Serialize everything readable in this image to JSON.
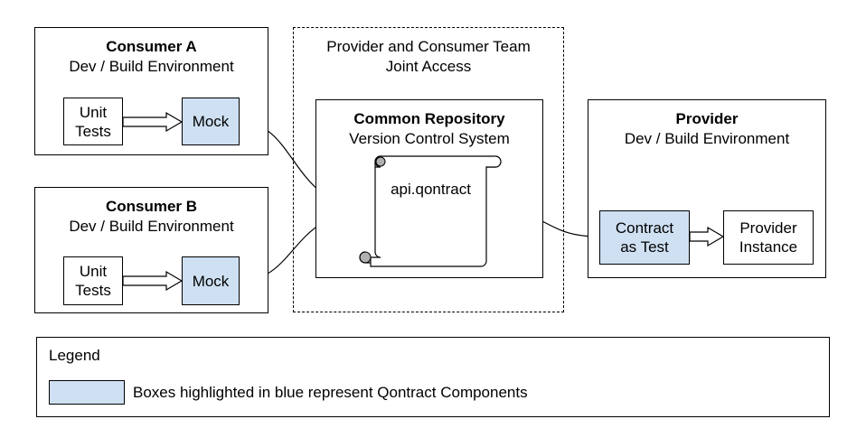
{
  "consumer_a": {
    "title": "Consumer A",
    "subtitle": "Dev / Build Environment",
    "unit_tests": "Unit\nTests",
    "mock": "Mock"
  },
  "consumer_b": {
    "title": "Consumer B",
    "subtitle": "Dev / Build Environment",
    "unit_tests": "Unit\nTests",
    "mock": "Mock"
  },
  "joint": {
    "title_line1": "Provider and Consumer Team",
    "title_line2": "Joint Access"
  },
  "repo": {
    "title": "Common Repository",
    "subtitle": "Version Control System",
    "file": "api.qontract"
  },
  "provider": {
    "title": "Provider",
    "subtitle": "Dev / Build Environment",
    "contract_test": "Contract\nas Test",
    "instance": "Provider\nInstance"
  },
  "legend": {
    "title": "Legend",
    "description": "Boxes highlighted in blue represent Qontract Components"
  },
  "colors": {
    "component_blue": "#cfe0f3",
    "border": "#000000"
  }
}
